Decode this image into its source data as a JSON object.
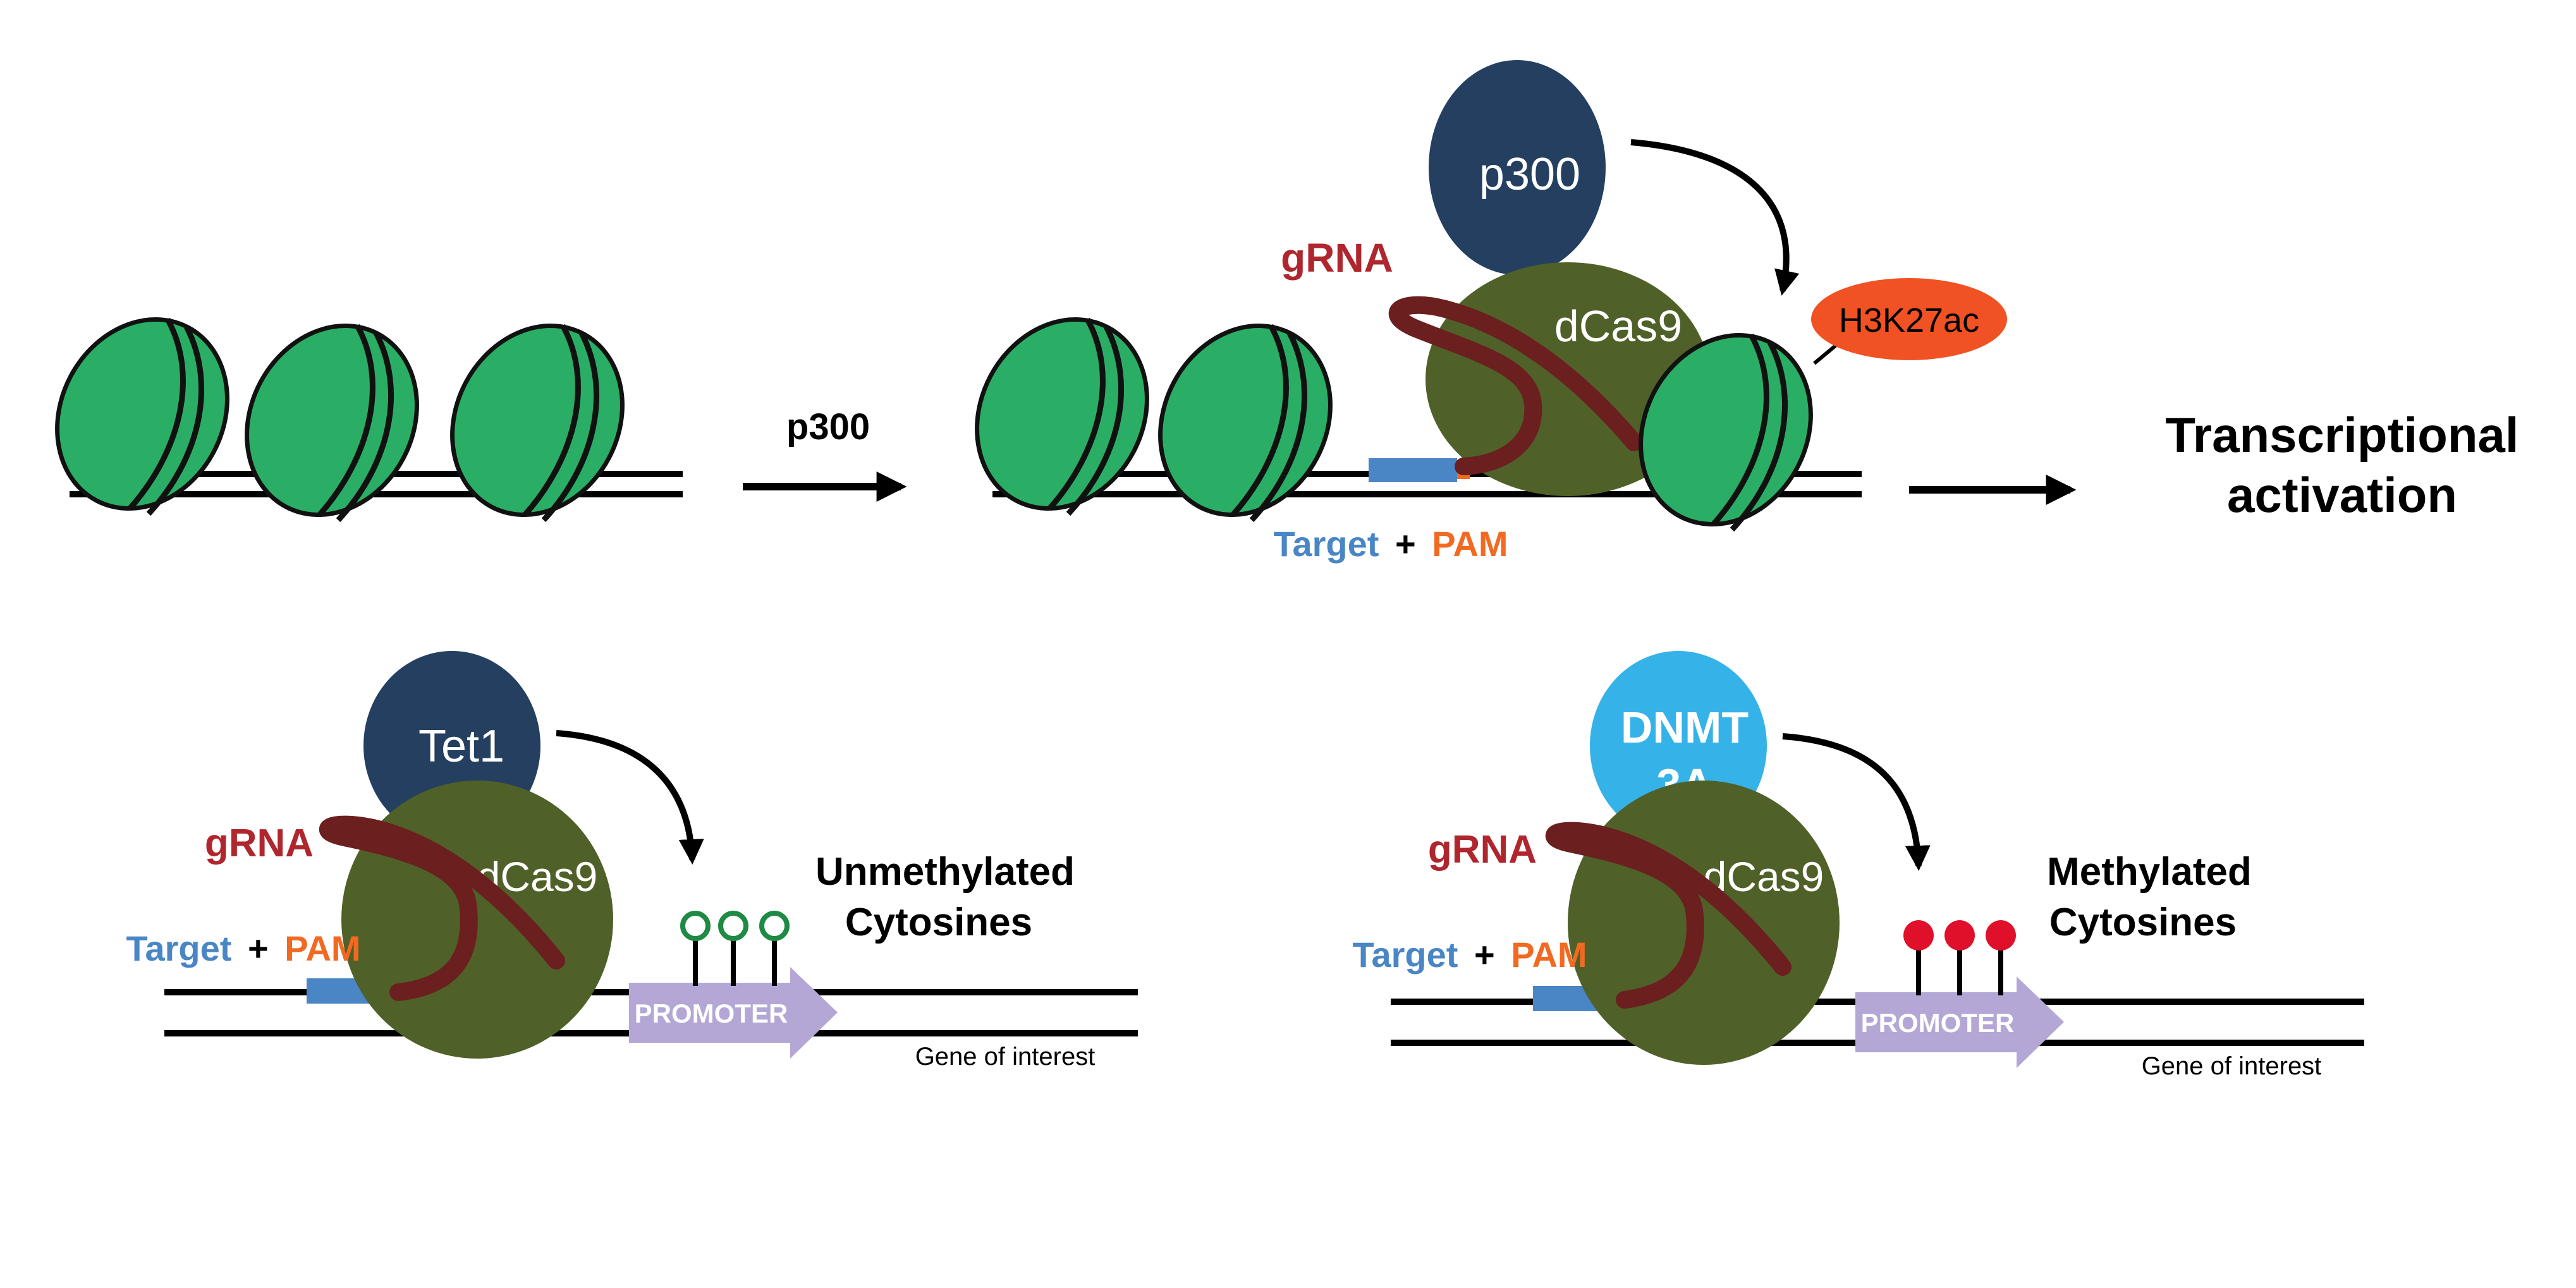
{
  "top_panel": {
    "p300_arrow_label": "p300",
    "protein_label": "p300",
    "dcas9_label": "dCas9",
    "grna_label": "gRNA",
    "mark_label": "H3K27ac",
    "target_label": "Target",
    "plus_label": "+",
    "pam_label": "PAM",
    "result_line1": "Transcriptional",
    "result_line2": "activation"
  },
  "bottom_left_panel": {
    "protein_label": "Tet1",
    "dcas9_label": "dCas9",
    "grna_label": "gRNA",
    "target_label": "Target",
    "plus_label": "+",
    "pam_label": "PAM",
    "promoter_label": "PROMOTER",
    "cytosine_line1": "Unmethylated",
    "cytosine_line2": "Cytosines",
    "gene_label": "Gene of interest"
  },
  "bottom_right_panel": {
    "protein_line1": "DNMT",
    "protein_line2": "3A",
    "dcas9_label": "dCas9",
    "grna_label": "gRNA",
    "target_label": "Target",
    "plus_label": "+",
    "pam_label": "PAM",
    "promoter_label": "PROMOTER",
    "cytosine_line1": "Methylated",
    "cytosine_line2": "Cytosines",
    "gene_label": "Gene of interest"
  },
  "colors": {
    "nucleosome": "#2aae66",
    "dcas9": "#4f6128",
    "grna": "#6b1f1f",
    "p300": "#243f60",
    "tet1": "#243f60",
    "dnmt3a": "#35b2e8",
    "h3k27ac": "#f05223",
    "target": "#4a86c5",
    "pam": "#f26a21",
    "grna_text": "#b0262e",
    "promoter": "#b4a7d6",
    "methyl_filled": "#e0102a",
    "unmethyl_open": "#1e8a43"
  }
}
